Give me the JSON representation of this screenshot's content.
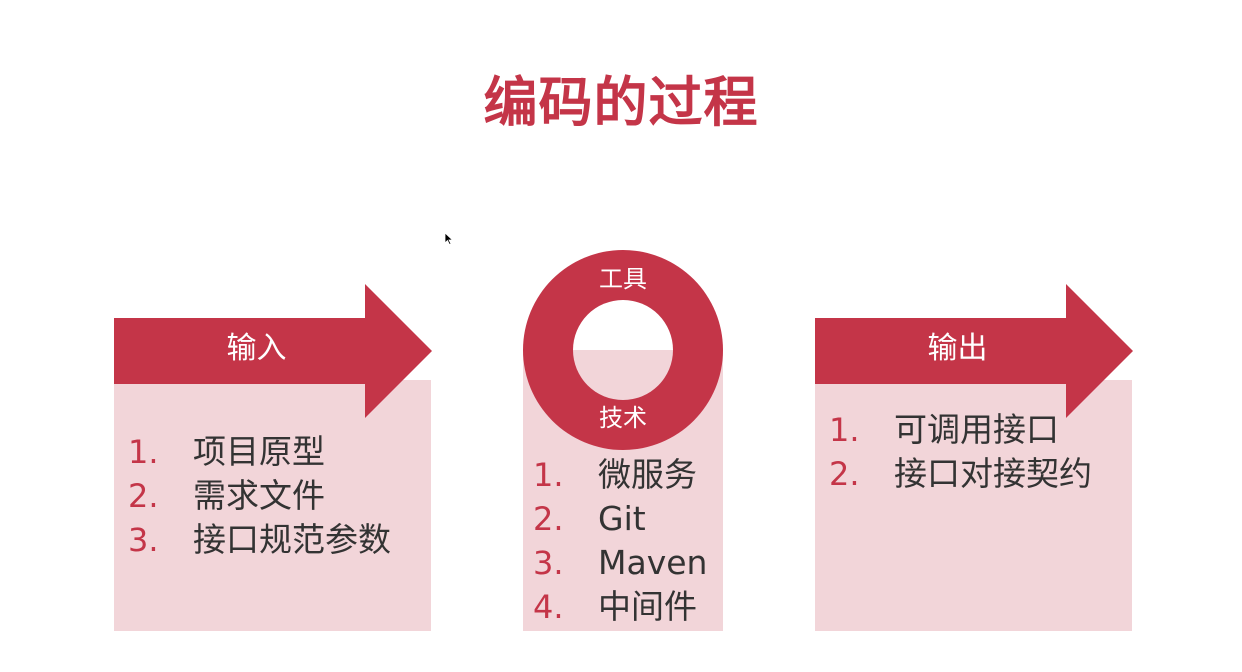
{
  "title": "编码的过程",
  "colors": {
    "accent": "#c43548",
    "panel": "#f2d5d9",
    "text": "#333333"
  },
  "input": {
    "label": "输入",
    "items": [
      {
        "num": "1.",
        "text": "项目原型"
      },
      {
        "num": "2.",
        "text": "需求文件"
      },
      {
        "num": "3.",
        "text": "接口规范参数"
      }
    ]
  },
  "tools": {
    "top_label": "工具",
    "bottom_label": "技术",
    "items": [
      {
        "num": "1.",
        "text": "微服务"
      },
      {
        "num": "2.",
        "text": "Git"
      },
      {
        "num": "3.",
        "text": "Maven"
      },
      {
        "num": "4.",
        "text": "中间件"
      }
    ]
  },
  "output": {
    "label": "输出",
    "items": [
      {
        "num": "1.",
        "text": "可调用接口"
      },
      {
        "num": "2.",
        "text": "接口对接契约"
      }
    ]
  }
}
